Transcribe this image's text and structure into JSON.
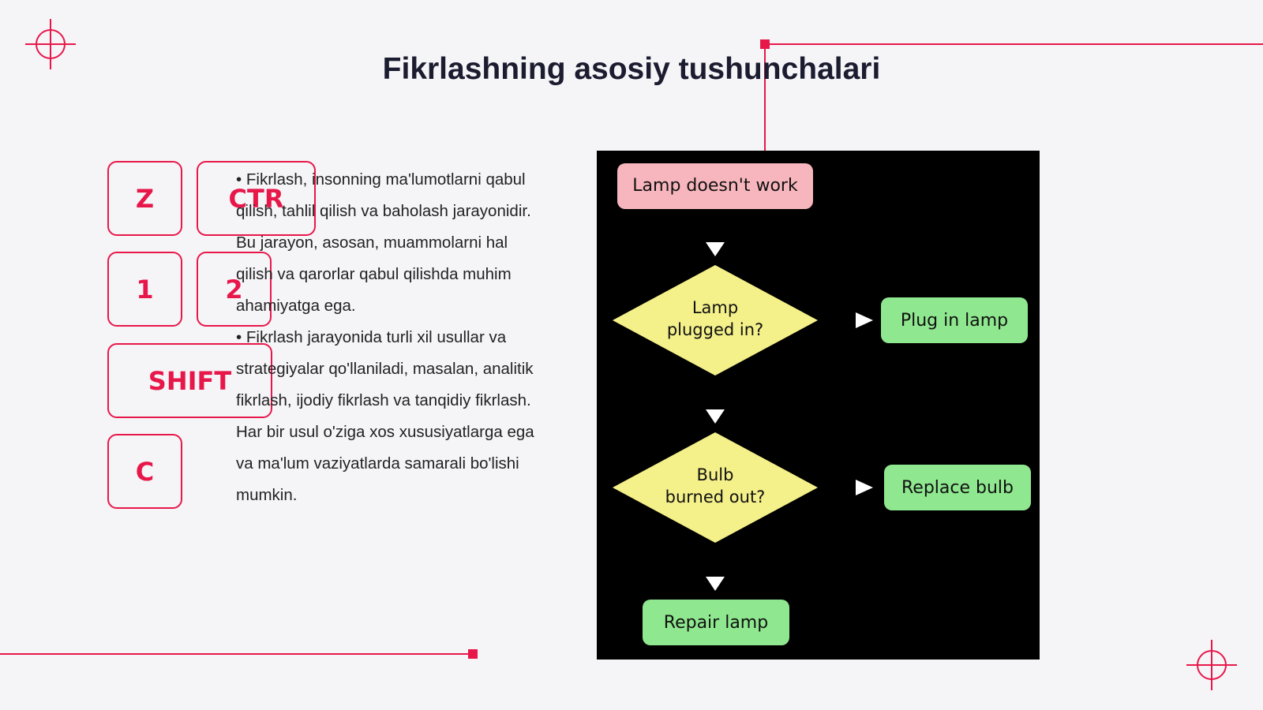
{
  "slide": {
    "title": "Fikrlashning asosiy tushunchalari",
    "keys": [
      "Z",
      "CTR",
      "1",
      "2",
      "SHIFT",
      "C"
    ],
    "paragraphs": [
      "• Fikrlash, insonning ma'lumotlarni qabul qilish, tahlil qilish va baholash jarayonidir. Bu jarayon, asosan, muammolarni hal qilish va qarorlar qabul qilishda muhim ahamiyatga ega.",
      "• Fikrlash jarayonida turli xil usullar va strategiyalar qo'llaniladi, masalan, analitik fikrlash, ijodiy fikrlash va tanqidiy fikrlash. Har bir usul o'ziga xos xususiyatlarga ega va ma'lum vaziyatlarda samarali bo'lishi mumkin."
    ]
  },
  "flowchart": {
    "start": "Lamp doesn't work",
    "decision1": [
      "Lamp",
      "plugged in?"
    ],
    "action1": "Plug in lamp",
    "decision2": [
      "Bulb",
      "burned out?"
    ],
    "action2": "Replace bulb",
    "end": "Repair lamp"
  },
  "colors": {
    "accent": "#e8174a",
    "start_box": "#f7b6bd",
    "decision": "#f4f08a",
    "action": "#8fe88f"
  }
}
